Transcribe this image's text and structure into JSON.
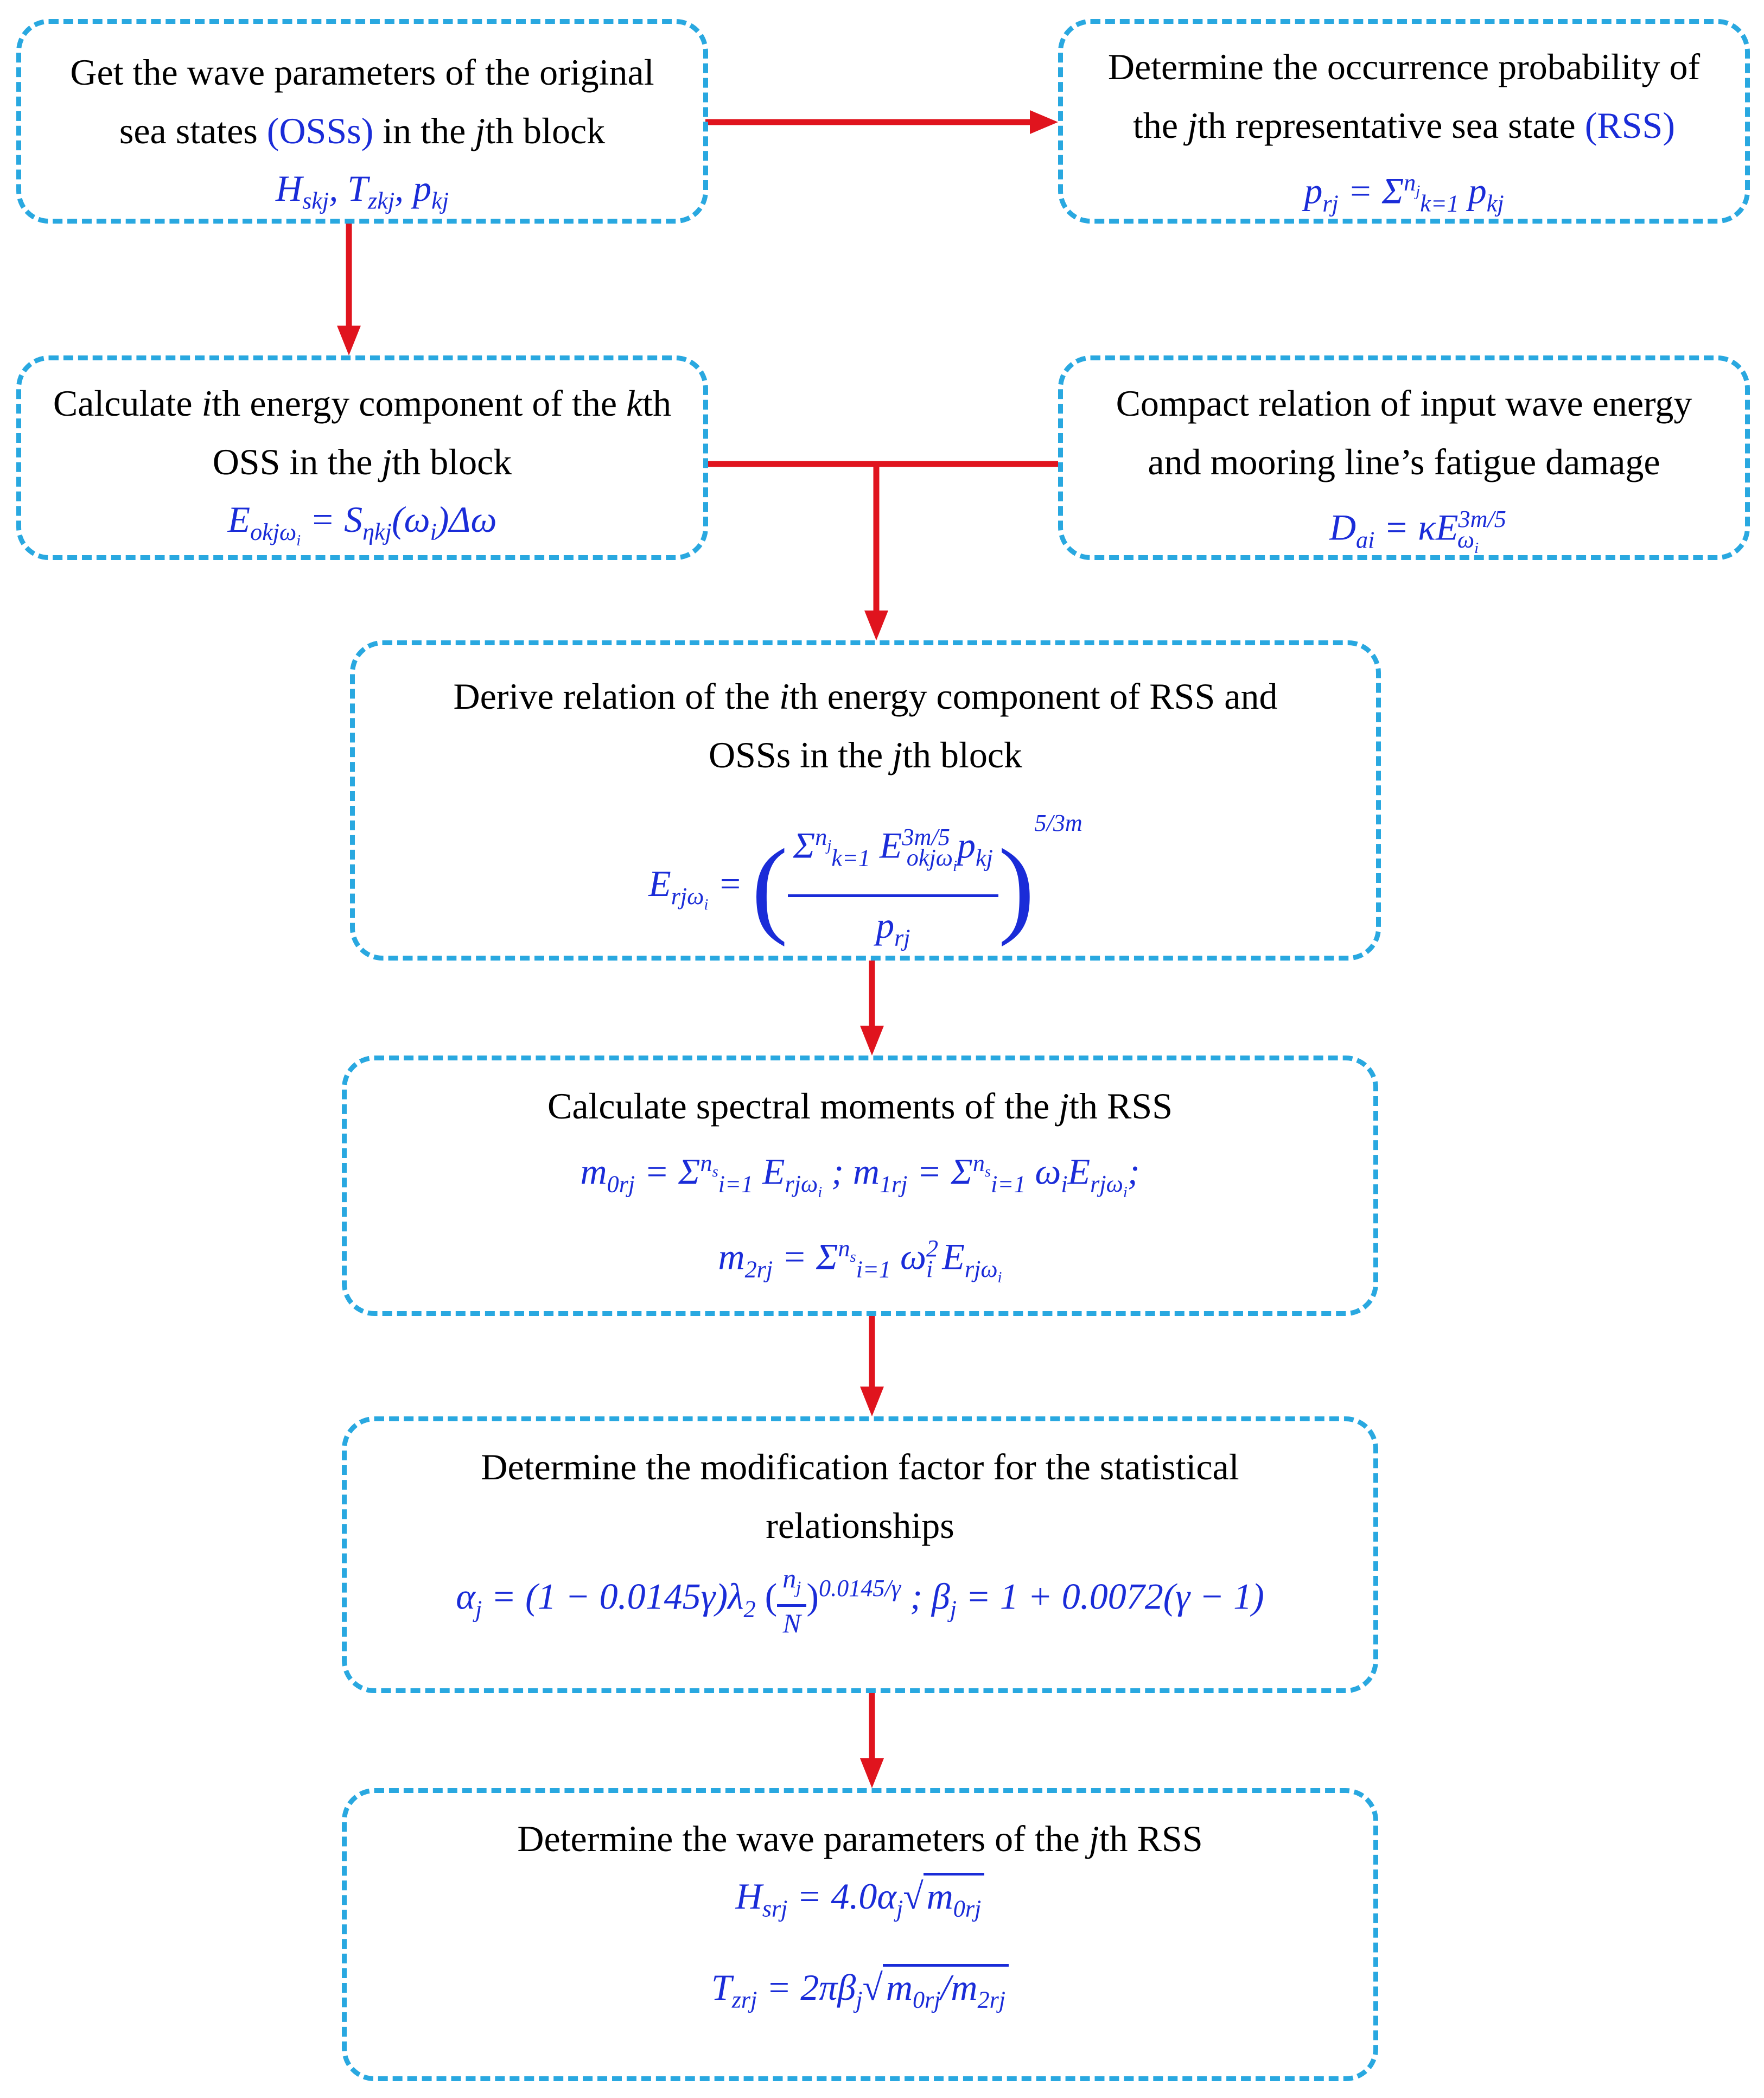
{
  "boxes": {
    "get_params": {
      "line1": "Get the wave parameters of the original",
      "line2_pre": "sea states ",
      "line2_acr": "(OSSs)",
      "line2_mid": " in the ",
      "line2_j": "j",
      "line2_post": "th block",
      "formula": "H_skj, T_zkj, p_kj"
    },
    "occurrence": {
      "line1": "Determine the occurrence probability of",
      "line2_pre": "the ",
      "line2_j": "j",
      "line2_mid": "th representative sea state ",
      "line2_acr": "(RSS)",
      "formula": "p_rj = Σ_{k=1}^{n_j} p_kj"
    },
    "energy_component": {
      "line1_pre": "Calculate ",
      "line1_i": "i",
      "line1_mid": "th energy component of the ",
      "line1_k": "k",
      "line1_post": "th",
      "line2_pre": "OSS in the ",
      "line2_j": "j",
      "line2_post": "th block",
      "formula": "E_okjωi = S_ηkj(ωi)Δω"
    },
    "compact_relation": {
      "line1": "Compact relation of input wave energy",
      "line2": "and mooring line’s fatigue damage",
      "formula": "D_ai = κE_ωi^{3m/5}"
    },
    "derive_relation": {
      "line1_pre": "Derive relation of the ",
      "line1_i": "i",
      "line1_post": "th energy component of  RSS and",
      "line2_pre": "OSSs in the ",
      "line2_j": "j",
      "line2_post": "th block",
      "formula": "E_rjωi = ( Σ_{k=1}^{n_j} E_okjωi^{3m/5} p_kj / p_rj )^{5/3m}"
    },
    "spectral_moments": {
      "line1_pre": "Calculate spectral moments of the ",
      "line1_j": "j",
      "line1_post": "th RSS",
      "formula1": "m_0rj = Σ_{i=1}^{n_s} E_rjωi ; m_1rj = Σ_{i=1}^{n_s} ωi E_rjωi;",
      "formula2": "m_2rj = Σ_{i=1}^{n_s} ωi^2 E_rjωi"
    },
    "modification": {
      "line1": "Determine the modification factor for the statistical",
      "line2": "relationships",
      "formula": "α_j = (1 − 0.0145γ)λ_2 (n_j/N)^{0.0145/γ} ; β_j = 1 + 0.0072(γ − 1)"
    },
    "wave_rss": {
      "line1_pre": "Determine the wave parameters of the ",
      "line1_j": "j",
      "line1_post": "th RSS",
      "formula1": "H_srj = 4.0α_j√m_0rj",
      "formula2": "T_zrj = 2πβ_j√(m_0rj/m_2rj)"
    }
  },
  "colors": {
    "box_border": "#29a8e0",
    "arrow": "#e0141e",
    "formula": "#1a2cd8",
    "text": "#000000"
  }
}
